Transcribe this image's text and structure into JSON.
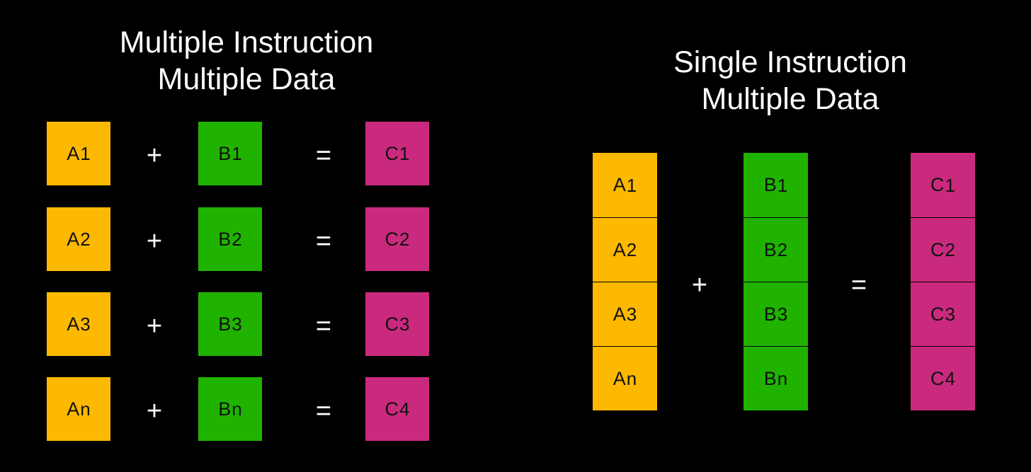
{
  "colors": {
    "background": "#000000",
    "a": "#FDB900",
    "b": "#1FB300",
    "c": "#CA2A7E",
    "text": "#ffffff"
  },
  "mimd": {
    "title_line1": "Multiple Instruction",
    "title_line2": "Multiple Data",
    "plus": "+",
    "equals": "=",
    "rows": [
      {
        "a": "A",
        "a_sub": "1",
        "b": "B",
        "b_sub": "1",
        "c": "C",
        "c_sub": "1"
      },
      {
        "a": "A",
        "a_sub": "2",
        "b": "B",
        "b_sub": "2",
        "c": "C",
        "c_sub": "2"
      },
      {
        "a": "A",
        "a_sub": "3",
        "b": "B",
        "b_sub": "3",
        "c": "C",
        "c_sub": "3"
      },
      {
        "a": "A",
        "a_sub": "n",
        "b": "B",
        "b_sub": "n",
        "c": "C",
        "c_sub": "4"
      }
    ]
  },
  "simd": {
    "title_line1": "Single Instruction",
    "title_line2": "Multiple Data",
    "plus": "+",
    "equals": "=",
    "a_cells": [
      {
        "l": "A",
        "s": "1"
      },
      {
        "l": "A",
        "s": "2"
      },
      {
        "l": "A",
        "s": "3"
      },
      {
        "l": "A",
        "s": "n"
      }
    ],
    "b_cells": [
      {
        "l": "B",
        "s": "1"
      },
      {
        "l": "B",
        "s": "2"
      },
      {
        "l": "B",
        "s": "3"
      },
      {
        "l": "B",
        "s": "n"
      }
    ],
    "c_cells": [
      {
        "l": "C",
        "s": "1"
      },
      {
        "l": "C",
        "s": "2"
      },
      {
        "l": "C",
        "s": "3"
      },
      {
        "l": "C",
        "s": "4"
      }
    ]
  }
}
